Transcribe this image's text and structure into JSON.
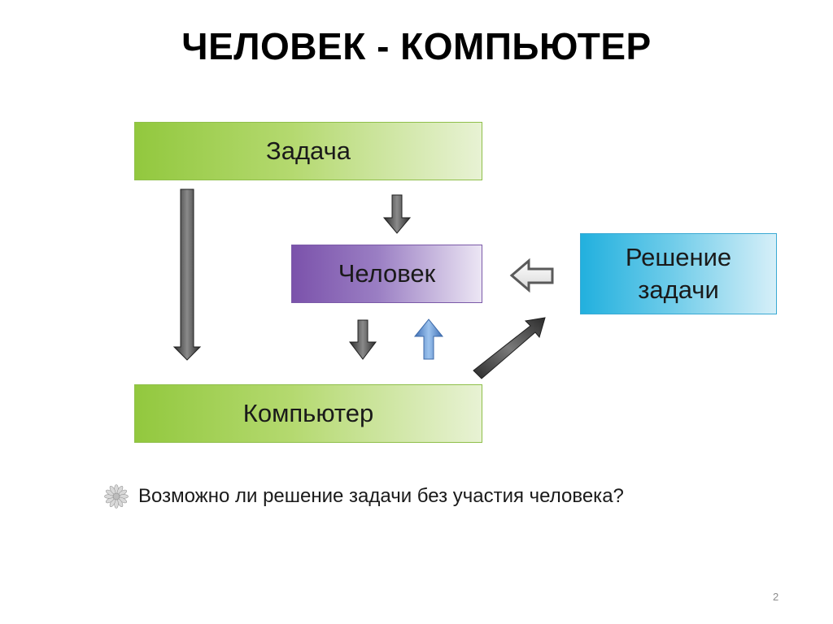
{
  "slide": {
    "title": "ЧЕЛОВЕК - КОМПЬЮТЕР",
    "page_number": "2"
  },
  "diagram": {
    "task": "Задача",
    "human": "Человек",
    "computer": "Компьютер",
    "solution": "Решение задачи"
  },
  "question": "Возможно ли решение задачи без участия человека?",
  "colors": {
    "green_box": "#92c83e",
    "purple_box": "#7b52ab",
    "blue_box": "#22b0de",
    "dark_arrow": "#3f3f3f",
    "blue_arrow": "#4a86c8"
  },
  "icons": {
    "bullet": "daisy-flower-icon"
  }
}
